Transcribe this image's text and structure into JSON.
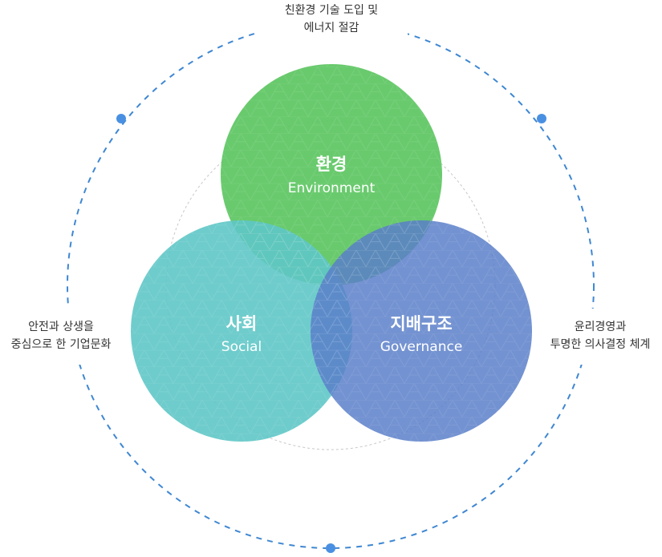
{
  "colors": {
    "environment": "#5cc661",
    "social": "#5fc7c6",
    "governance": "#5a7fc9",
    "dash": "#3f87d2",
    "dot": "#4a90e2",
    "inner_ring": "#c8c8c8",
    "label_text": "#333333"
  },
  "circles": {
    "environment": {
      "title": "환경",
      "subtitle": "Environment"
    },
    "social": {
      "title": "사회",
      "subtitle": "Social"
    },
    "governance": {
      "title": "지배구조",
      "subtitle": "Governance"
    }
  },
  "labels": {
    "top": {
      "line1": "친환경 기술 도입 및",
      "line2": "에너지 절감"
    },
    "left": {
      "line1": "안전과 상생을",
      "line2": "중심으로 한 기업문화"
    },
    "right": {
      "line1": "윤리경영과",
      "line2": "투명한 의사결정 체계"
    }
  }
}
